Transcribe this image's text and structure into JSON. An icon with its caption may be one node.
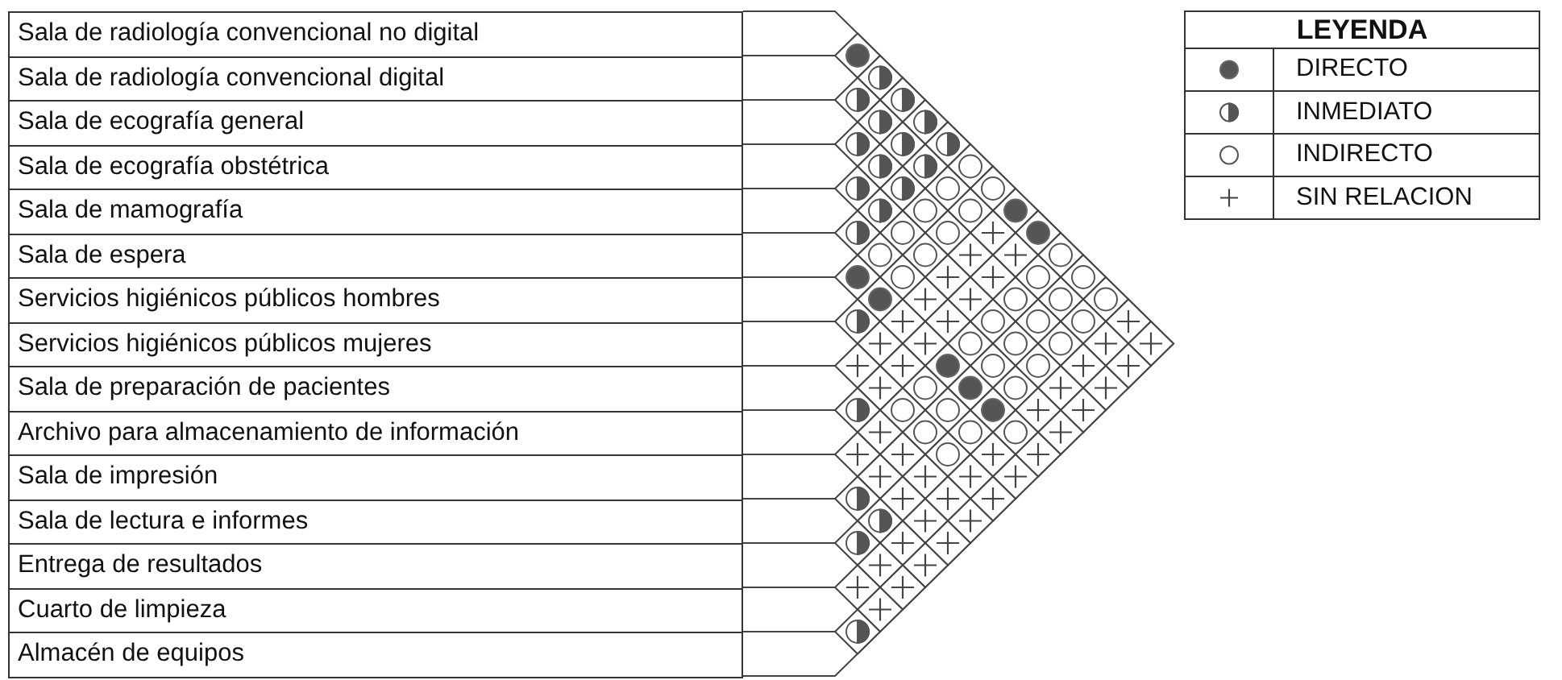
{
  "diagram": {
    "nodes": [
      {
        "text": [
          "Sala de radiología convencional no digital"
        ]
      },
      {
        "text": [
          "Sala de radiología convencional digital"
        ]
      },
      {
        "text": [
          "Sala de ecografía general"
        ]
      },
      {
        "text": [
          "Sala de ecografía obstétrica"
        ]
      },
      {
        "text": [
          "Sala de mamografía"
        ]
      },
      {
        "text": [
          "Sala de espera"
        ]
      },
      {
        "text": [
          "Servicios higiénicos públicos hombres"
        ]
      },
      {
        "text": [
          "Servicios higiénicos públicos mujeres"
        ]
      },
      {
        "text": [
          "Sala de preparación de pacientes"
        ]
      },
      {
        "text": [
          "Archivo para almacenamiento de información"
        ]
      },
      {
        "text": [
          "Sala de impresión"
        ]
      },
      {
        "text": [
          "Sala de lectura e informes"
        ]
      },
      {
        "text": [
          "Entrega de resultados"
        ]
      },
      {
        "text": [
          "Cuarto de limpieza"
        ]
      },
      {
        "text": [
          "Almacén de equipos"
        ]
      },
      {
        "text": [],
        "shape": "disc"
      },
      {
        "text": [],
        "shape": "halfdisc"
      },
      {
        "text": [],
        "shape": "halfdisc"
      },
      {
        "text": [],
        "shape": "halfdisc"
      },
      {
        "text": [],
        "shape": "halfdisc"
      },
      {
        "text": [],
        "shape": "halfdisc"
      },
      {
        "text": [],
        "shape": "halfdisc"
      },
      {
        "text": [],
        "shape": "halfdisc"
      },
      {
        "text": [],
        "shape": "halfdisc"
      },
      {
        "text": [],
        "shape": "halfdisc"
      },
      {
        "text": [],
        "shape": "halfdisc"
      },
      {
        "text": [],
        "shape": "circle"
      },
      {
        "text": [],
        "shape": "halfdisc"
      },
      {
        "text": [],
        "shape": "halfdisc"
      },
      {
        "text": [],
        "shape": "circle"
      },
      {
        "text": [],
        "shape": "circle"
      },
      {
        "text": [],
        "shape": "halfdisc"
      },
      {
        "text": [],
        "shape": "circle"
      },
      {
        "text": [],
        "shape": "circle"
      },
      {
        "text": [],
        "shape": "disc"
      },
      {
        "text": [],
        "shape": "halfdisc"
      },
      {
        "text": [],
        "shape": "circle"
      },
      {
        "text": [],
        "shape": "circle"
      },
      {
        "text": [],
        "shape": "cross"
      },
      {
        "text": [],
        "shape": "disc"
      },
      {
        "text": [],
        "shape": "circle"
      },
      {
        "text": [],
        "shape": "circle"
      },
      {
        "text": [],
        "shape": "cross"
      },
      {
        "text": [],
        "shape": "cross"
      },
      {
        "text": [],
        "shape": "circle"
      },
      {
        "text": [],
        "shape": "disc"
      },
      {
        "text": [],
        "shape": "circle"
      },
      {
        "text": [],
        "shape": "cross"
      },
      {
        "text": [],
        "shape": "cross"
      },
      {
        "text": [],
        "shape": "circle"
      },
      {
        "text": [],
        "shape": "circle"
      },
      {
        "text": [],
        "shape": "disc"
      },
      {
        "text": [],
        "shape": "cross"
      },
      {
        "text": [],
        "shape": "cross"
      },
      {
        "text": [],
        "shape": "circle"
      },
      {
        "text": [],
        "shape": "circle"
      },
      {
        "text": [],
        "shape": "circle"
      },
      {
        "text": [],
        "shape": "halfdisc"
      },
      {
        "text": [],
        "shape": "cross"
      },
      {
        "text": [],
        "shape": "cross"
      },
      {
        "text": [],
        "shape": "circle"
      },
      {
        "text": [],
        "shape": "circle"
      },
      {
        "text": [],
        "shape": "circle"
      },
      {
        "text": [],
        "shape": "cross"
      },
      {
        "text": [],
        "shape": "cross"
      },
      {
        "text": [],
        "shape": "cross"
      },
      {
        "text": [],
        "shape": "circle"
      },
      {
        "text": [],
        "shape": "circle"
      },
      {
        "text": [],
        "shape": "circle"
      },
      {
        "text": [],
        "shape": "cross"
      },
      {
        "text": [],
        "shape": "cross"
      },
      {
        "text": [],
        "shape": "cross"
      },
      {
        "text": [],
        "shape": "cross"
      },
      {
        "text": [],
        "shape": "disc"
      },
      {
        "text": [],
        "shape": "circle"
      },
      {
        "text": [],
        "shape": "circle"
      },
      {
        "text": [],
        "shape": "cross"
      },
      {
        "text": [],
        "shape": "cross"
      },
      {
        "text": [],
        "shape": "cross"
      },
      {
        "text": [],
        "shape": "circle"
      },
      {
        "text": [],
        "shape": "disc"
      },
      {
        "text": [],
        "shape": "circle"
      },
      {
        "text": [],
        "shape": "cross"
      },
      {
        "text": [],
        "shape": "cross"
      },
      {
        "text": [],
        "shape": "halfdisc"
      },
      {
        "text": [],
        "shape": "circle"
      },
      {
        "text": [],
        "shape": "circle"
      },
      {
        "text": [],
        "shape": "disc"
      },
      {
        "text": [],
        "shape": "cross"
      },
      {
        "text": [],
        "shape": "cross"
      },
      {
        "text": [],
        "shape": "cross"
      },
      {
        "text": [],
        "shape": "circle"
      },
      {
        "text": [],
        "shape": "circle"
      },
      {
        "text": [],
        "shape": "circle"
      },
      {
        "text": [],
        "shape": "cross"
      },
      {
        "text": [],
        "shape": "cross"
      },
      {
        "text": [],
        "shape": "cross"
      },
      {
        "text": [],
        "shape": "circle"
      },
      {
        "text": [],
        "shape": "cross"
      },
      {
        "text": [],
        "shape": "cross"
      },
      {
        "text": [],
        "shape": "cross"
      },
      {
        "text": [],
        "shape": "cross"
      },
      {
        "text": [],
        "shape": "cross"
      },
      {
        "text": [],
        "shape": "cross"
      },
      {
        "text": [],
        "shape": "halfdisc"
      },
      {
        "text": [],
        "shape": "cross"
      },
      {
        "text": [],
        "shape": "cross"
      },
      {
        "text": [],
        "shape": "cross"
      },
      {
        "text": [],
        "shape": "halfdisc"
      },
      {
        "text": [],
        "shape": "cross"
      },
      {
        "text": [],
        "shape": "cross"
      },
      {
        "text": [],
        "shape": "halfdisc"
      },
      {
        "text": [],
        "shape": "cross"
      },
      {
        "text": [],
        "shape": "cross"
      },
      {
        "text": [],
        "shape": "cross"
      },
      {
        "text": [],
        "shape": "cross"
      },
      {
        "text": [],
        "shape": "cross"
      },
      {
        "text": [],
        "shape": "cross"
      },
      {
        "text": [],
        "shape": "cross"
      },
      {
        "text": [],
        "shape": "halfdisc"
      }
    ],
    "labels": [
      "LEYENDA"
    ],
    "legend": [
      {
        "text": "DIRECTO"
      },
      {
        "text": "INMEDIATO"
      },
      {
        "text": "INDIRECTO"
      },
      {
        "text": "SIN RELACION"
      }
    ]
  }
}
